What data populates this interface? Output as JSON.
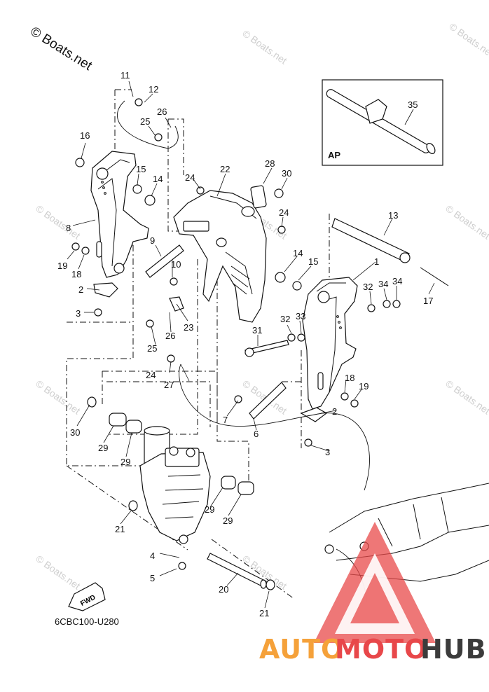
{
  "copyright": "© Boats.net",
  "watermark": "© Boats.net",
  "diagram_code": "6CBC100-U280",
  "fwd_label": "FWD",
  "ap_label": "AP",
  "brand": {
    "part1": "AUTO",
    "part2": "MOTO",
    "part3": "HUB"
  },
  "colors": {
    "brand_orange": "#f5a13a",
    "brand_red": "#e8474a",
    "brand_dark": "#3b3b3b",
    "logo_triangle": "#e84a4a"
  },
  "callouts": {
    "c1": "1",
    "c2a": "2",
    "c2b": "2",
    "c3a": "3",
    "c3b": "3",
    "c4": "4",
    "c5": "5",
    "c6": "6",
    "c7": "7",
    "c8": "8",
    "c9": "9",
    "c10": "10",
    "c11": "11",
    "c12": "12",
    "c13": "13",
    "c14a": "14",
    "c14b": "14",
    "c15a": "15",
    "c15b": "15",
    "c16": "16",
    "c17": "17",
    "c18a": "18",
    "c18b": "18",
    "c19a": "19",
    "c19b": "19",
    "c20": "20",
    "c21a": "21",
    "c21b": "21",
    "c22": "22",
    "c23": "23",
    "c24a": "24",
    "c24b": "24",
    "c24c": "24",
    "c25a": "25",
    "c25b": "25",
    "c26a": "26",
    "c26b": "26",
    "c27": "27",
    "c28": "28",
    "c29a": "29",
    "c29b": "29",
    "c29c": "29",
    "c29d": "29",
    "c30a": "30",
    "c30b": "30",
    "c31": "31",
    "c32a": "32",
    "c32b": "32",
    "c33": "33",
    "c34a": "34",
    "c34b": "34",
    "c35": "35"
  }
}
